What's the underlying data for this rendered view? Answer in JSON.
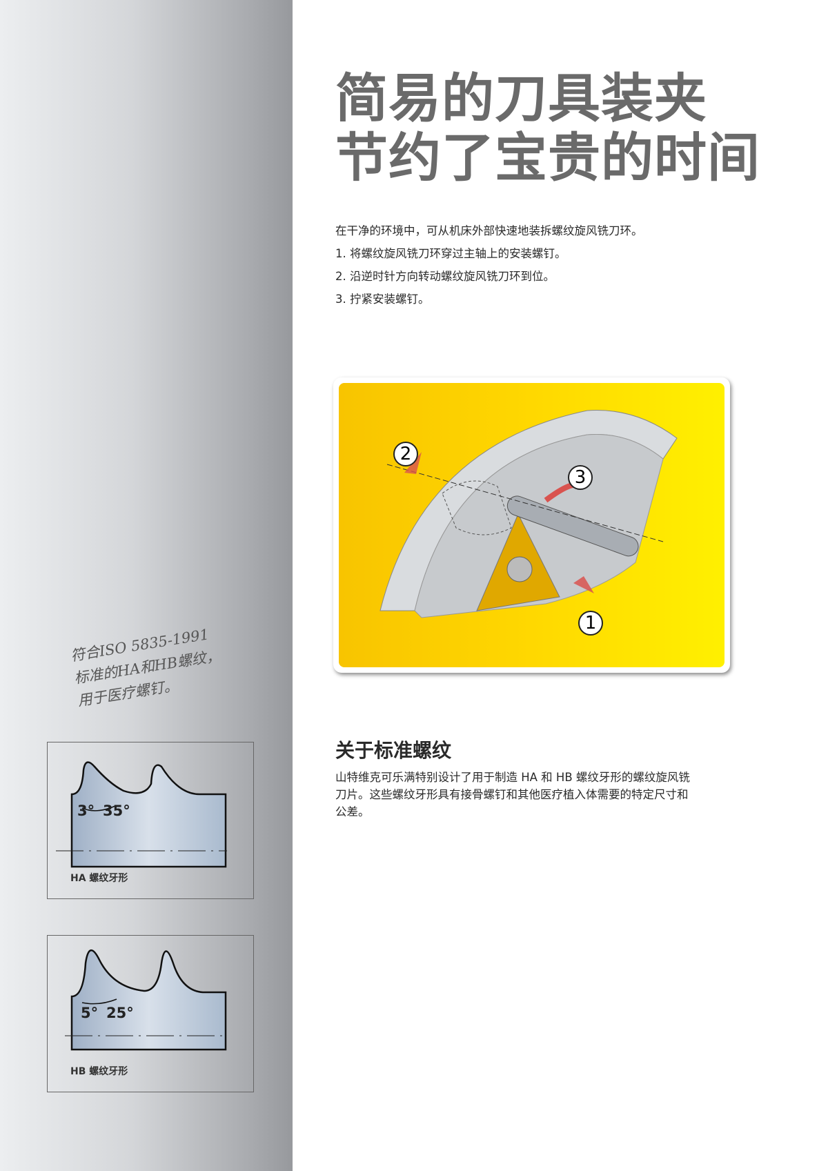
{
  "title": {
    "line1": "简易的刀具装夹",
    "line2": "节约了宝贵的时间"
  },
  "intro": {
    "lead": "在干净的环境中，可从机床外部快速地装拆螺纹旋风铣刀环。",
    "steps": [
      "1. 将螺纹旋风铣刀环穿过主轴上的安装螺钉。",
      "2. 沿逆时针方向转动螺纹旋风铣刀环到位。",
      "3. 拧紧安装螺钉。"
    ]
  },
  "figure": {
    "callouts": [
      "1",
      "2",
      "3"
    ],
    "background_color": "#ffd800"
  },
  "note": {
    "lines": [
      "符合ISO 5835-1991",
      "标准的HA和HB螺纹，",
      "用于医疗螺钉。"
    ]
  },
  "section": {
    "heading": "关于标准螺纹",
    "body": "山特维克可乐满特别设计了用于制造 HA 和 HB 螺纹牙形的螺纹旋风铣刀片。这些螺纹牙形具有接骨螺钉和其他医疗植入体需要的特定尺寸和公差。"
  },
  "profiles": [
    {
      "caption": "HA 螺纹牙形",
      "angle_a": "3°",
      "angle_b": "35°"
    },
    {
      "caption": "HB 螺纹牙形",
      "angle_a": "5°",
      "angle_b": "25°"
    }
  ]
}
